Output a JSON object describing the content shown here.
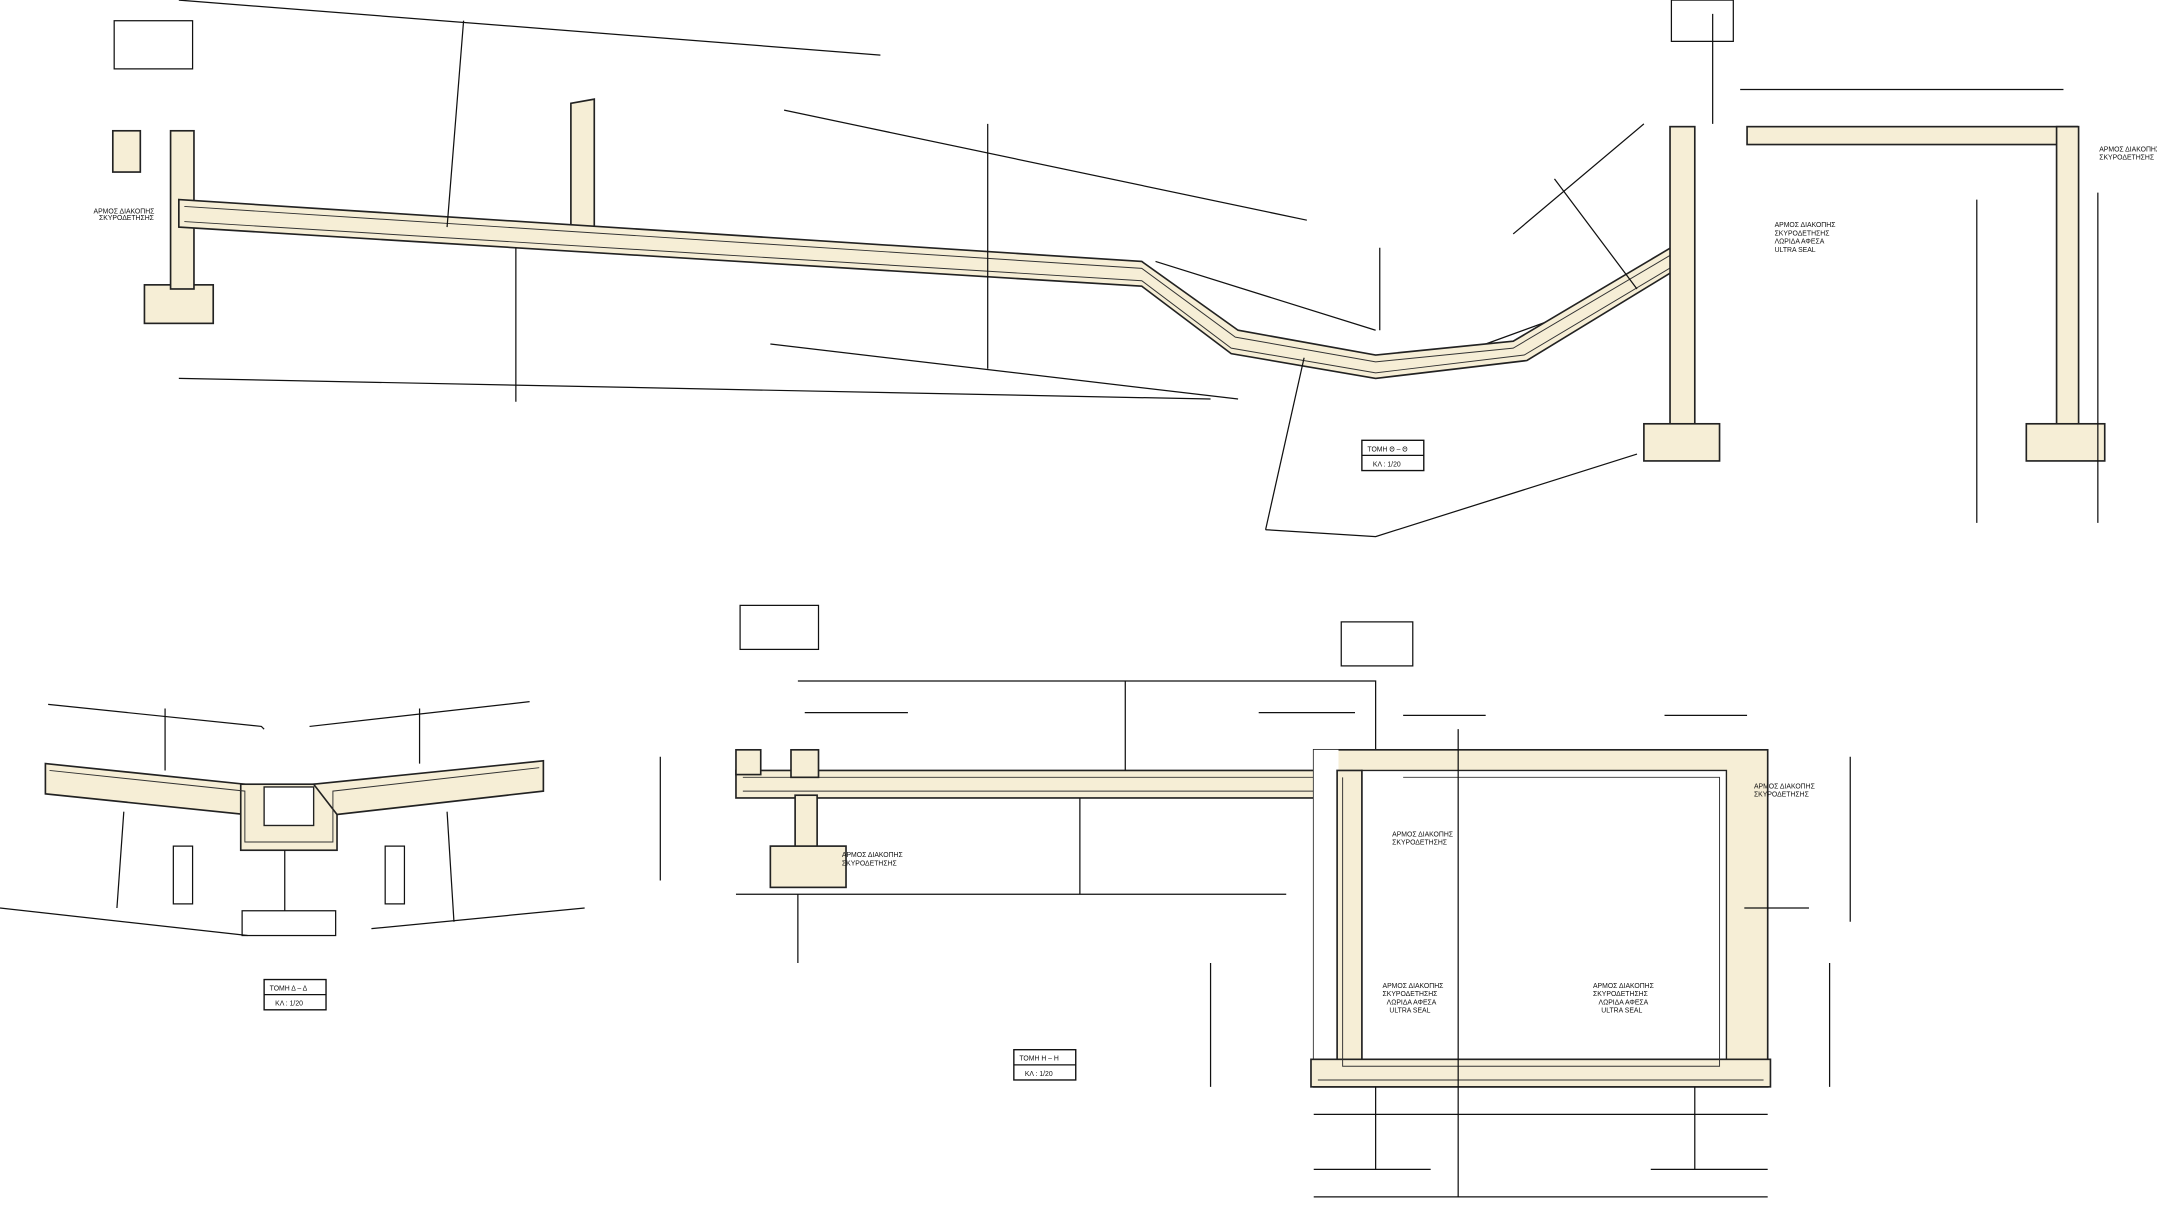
{
  "sections": {
    "theta": {
      "title": "ΤΟΜΗ Θ – Θ",
      "scale": "ΚΛ : 1/20"
    },
    "eta": {
      "title": "ΤΟΜΗ Η – Η",
      "scale": "ΚΛ : 1/20"
    },
    "delta": {
      "title": "ΤΟΜΗ Δ – Δ",
      "scale": "ΚΛ : 1/20"
    }
  },
  "notes": {
    "joint_line1": "ΑΡΜΟΣ ΔΙΑΚΟΠΗΣ",
    "joint_line2": "ΣΚΥΡΟΔΕΤΗΣΗΣ",
    "seal_line1": "ΛΩΡΙΔΑ ΑΦΕΣΑ",
    "seal_line2": "ULTRA SEAL"
  },
  "colors": {
    "concrete": "#f6eed6",
    "line": "#111111"
  }
}
